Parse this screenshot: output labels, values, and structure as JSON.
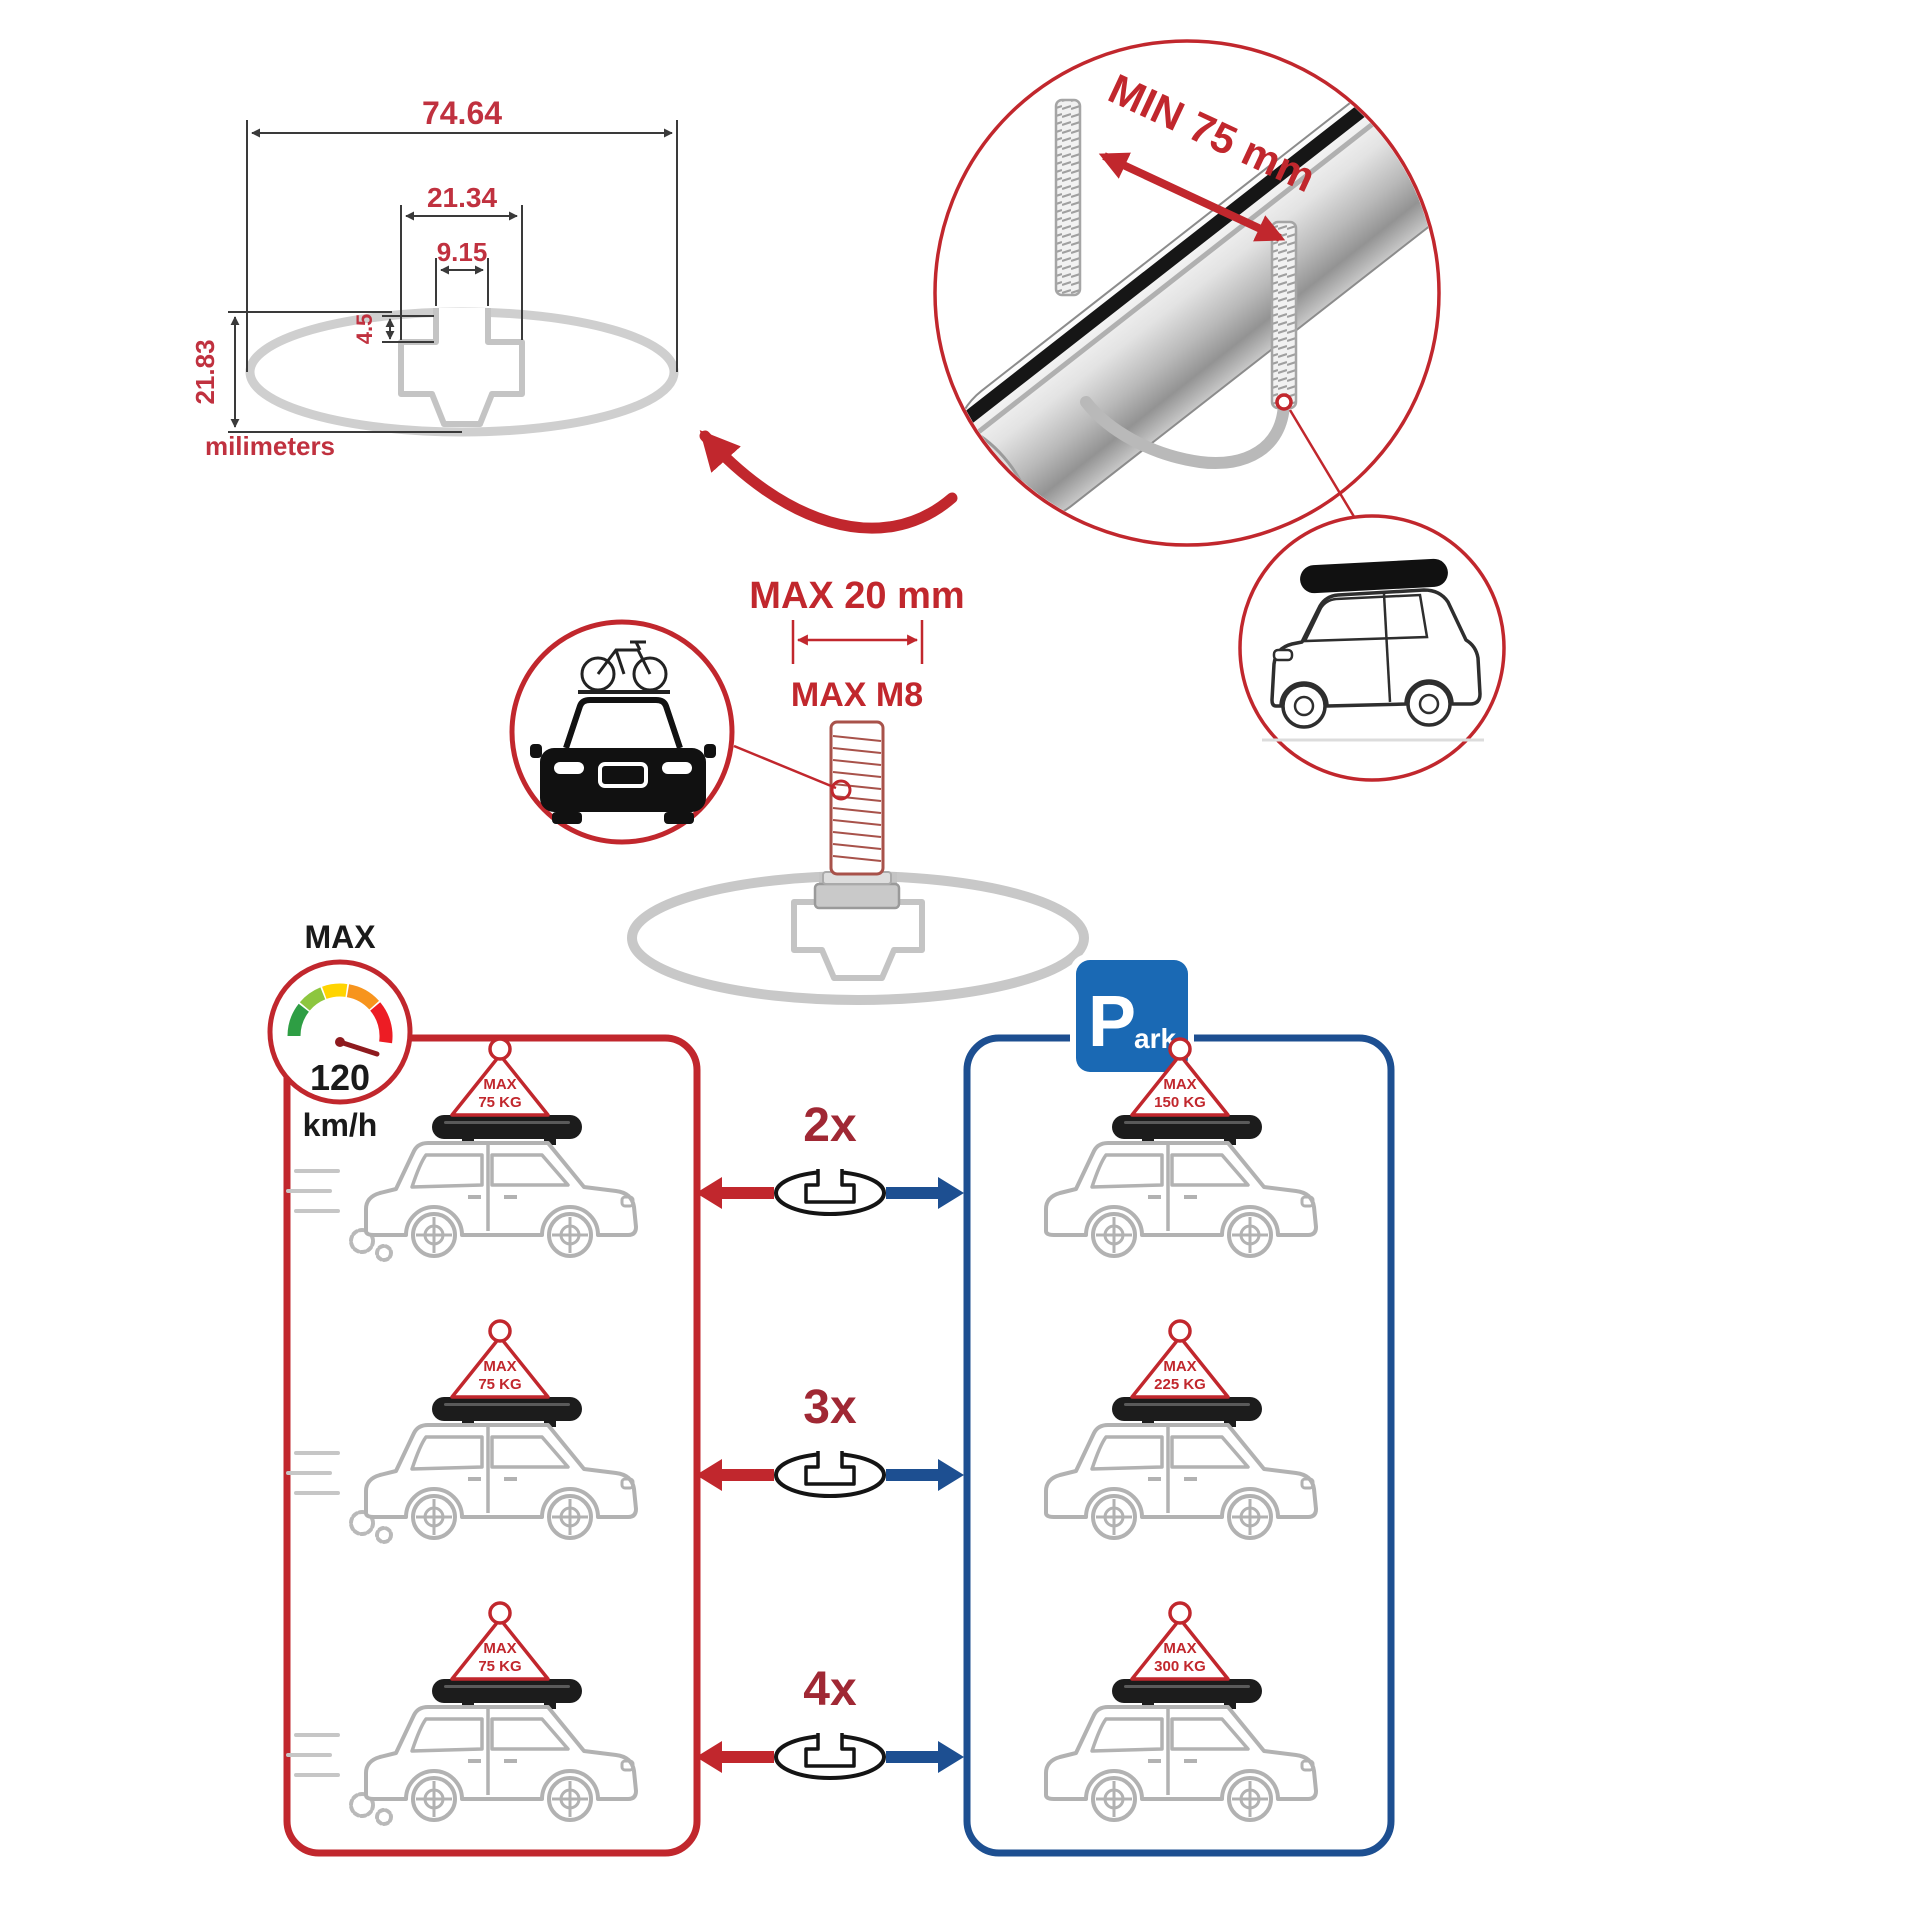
{
  "colors": {
    "red": "#c1272d",
    "blue_panel": "#1d4f91",
    "blue_sign": "#1a69b4",
    "maroon": "#a02834",
    "line_gray": "#b2b2b2"
  },
  "tech_drawing": {
    "dim_total_width": "74.64",
    "dim_channel_width": "21.34",
    "dim_opening_width": "9.15",
    "dim_lip_depth": "4.5",
    "dim_height": "21.83",
    "unit_label": "milimeters"
  },
  "crossbar_detail": {
    "min_span_label": "MIN 75 mm"
  },
  "bolt_detail": {
    "max_width_label": "MAX 20 mm",
    "max_thread_label": "MAX M8"
  },
  "speed_limit": {
    "label": "MAX",
    "value": "120",
    "unit": "km/h"
  },
  "park_sign": {
    "letter": "P",
    "suffix": "ark"
  },
  "rows": [
    {
      "count": "2x",
      "driving": {
        "line1": "MAX",
        "line2": "75 KG"
      },
      "parked": {
        "line1": "MAX",
        "line2": "150 KG"
      }
    },
    {
      "count": "3x",
      "driving": {
        "line1": "MAX",
        "line2": "75 KG"
      },
      "parked": {
        "line1": "MAX",
        "line2": "225 KG"
      }
    },
    {
      "count": "4x",
      "driving": {
        "line1": "MAX",
        "line2": "75 KG"
      },
      "parked": {
        "line1": "MAX",
        "line2": "300 KG"
      }
    }
  ]
}
